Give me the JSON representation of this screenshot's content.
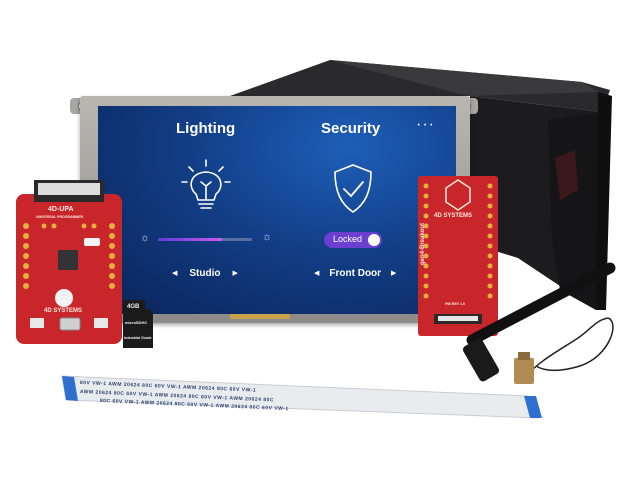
{
  "display": {
    "lighting_title": "Lighting",
    "security_title": "Security",
    "more_icon": "ellipsis-icon",
    "lightbulb_icon": "lightbulb-icon",
    "shield_icon": "shield-check-icon",
    "brightness_level": 0.68,
    "lock_label": "Locked",
    "lock_state": true,
    "room_selector": "Studio",
    "door_selector": "Front Door",
    "prev_arrow": "◀",
    "next_arrow": "▶",
    "sun_low": "☼",
    "sun_high": "☼",
    "more_glyph": "···"
  },
  "programmer_board": {
    "title": "4D-UPA",
    "subtitle": "UNIVERSAL PROGRAMMER",
    "brand": "4D SYSTEMS"
  },
  "sd_card": {
    "capacity": "4GB",
    "grade": "Industrial Grade",
    "type": "microSDHC"
  },
  "breakout_board": {
    "brand": "4D SYSTEMS",
    "name": "gen4-Breakout",
    "revision": "HW-REV 1.0"
  },
  "ribbon_cable": {
    "print_lines": [
      "80V  VW-1    AWM 20624 80C 60V VW-1    AWM 20624 80C 60V VW-1",
      "AWM  20624 80C 60V VW-1    AWM 20624 80C 60V VW-1    AWM 20624 80C",
      "80C  60V VW-1    AWM 20624 80C 60V VW-1    AWM 20624 80C 60V VW-1"
    ]
  },
  "colors": {
    "box": "#1d1d1f",
    "screen_dark": "#0a2358",
    "screen_light": "#1e5fb8",
    "pcb_red": "#c8262b",
    "toggle": "#6b3fd0",
    "cable": "#e9ecef"
  }
}
